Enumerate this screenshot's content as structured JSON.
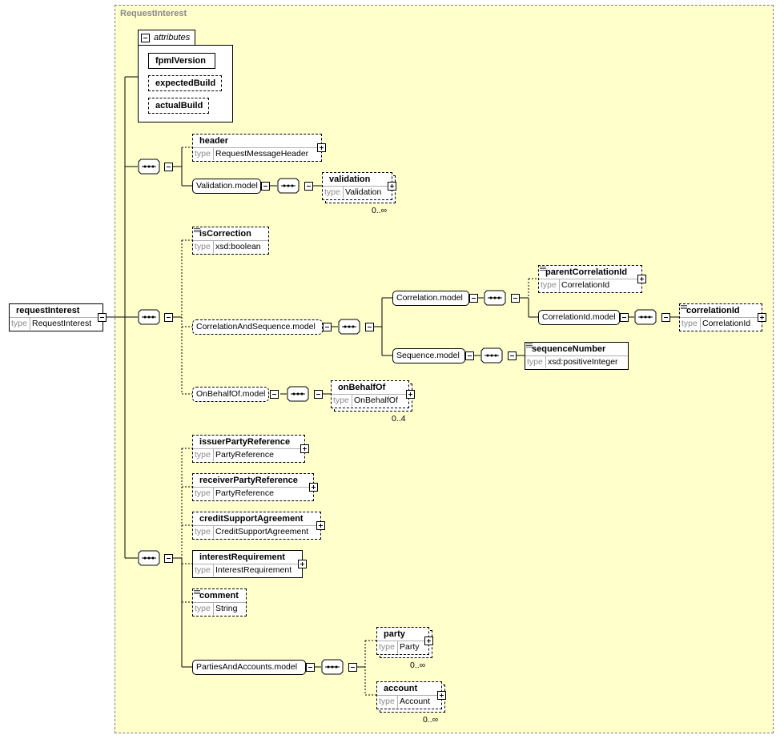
{
  "context": {
    "title": "RequestInterest"
  },
  "root": {
    "name": "requestInterest",
    "type_label": "type",
    "type": "RequestInterest"
  },
  "attributes": {
    "label": "attributes",
    "items": [
      {
        "name": "fpmlVersion"
      },
      {
        "name": "expectedBuild"
      },
      {
        "name": "actualBuild"
      }
    ]
  },
  "elements": {
    "header": {
      "name": "header",
      "type_label": "type",
      "type": "RequestMessageHeader"
    },
    "validation": {
      "name": "validation",
      "type_label": "type",
      "type": "Validation",
      "cardinality": "0..∞"
    },
    "isCorrection": {
      "name": "isCorrection",
      "type_label": "type",
      "type": "xsd:boolean"
    },
    "parentCorrelationId": {
      "name": "parentCorrelationId",
      "type_label": "type",
      "type": "CorrelationId"
    },
    "correlationId": {
      "name": "correlationId",
      "type_label": "type",
      "type": "CorrelationId"
    },
    "sequenceNumber": {
      "name": "sequenceNumber",
      "type_label": "type",
      "type": "xsd:positiveInteger"
    },
    "onBehalfOf": {
      "name": "onBehalfOf",
      "type_label": "type",
      "type": "OnBehalfOf",
      "cardinality": "0..4"
    },
    "issuerPartyReference": {
      "name": "issuerPartyReference",
      "type_label": "type",
      "type": "PartyReference"
    },
    "receiverPartyReference": {
      "name": "receiverPartyReference",
      "type_label": "type",
      "type": "PartyReference"
    },
    "creditSupportAgreement": {
      "name": "creditSupportAgreement",
      "type_label": "type",
      "type": "CreditSupportAgreement"
    },
    "interestRequirement": {
      "name": "interestRequirement",
      "type_label": "type",
      "type": "InterestRequirement"
    },
    "comment": {
      "name": "comment",
      "type_label": "type",
      "type": "String"
    },
    "party": {
      "name": "party",
      "type_label": "type",
      "type": "Party",
      "cardinality": "0..∞"
    },
    "account": {
      "name": "account",
      "type_label": "type",
      "type": "Account",
      "cardinality": "0..∞"
    }
  },
  "models": {
    "validation_model": "Validation.model",
    "correlation_and_sequence_model": "CorrelationAndSequence.model",
    "correlation_model": "Correlation.model",
    "correlationid_model": "CorrelationId.model",
    "sequence_model": "Sequence.model",
    "onbehalfof_model": "OnBehalfOf.model",
    "parties_and_accounts_model": "PartiesAndAccounts.model"
  },
  "colors": {
    "context_background": "#ffffcc",
    "context_border": "#808080",
    "type_label": "#8a8a8a"
  }
}
